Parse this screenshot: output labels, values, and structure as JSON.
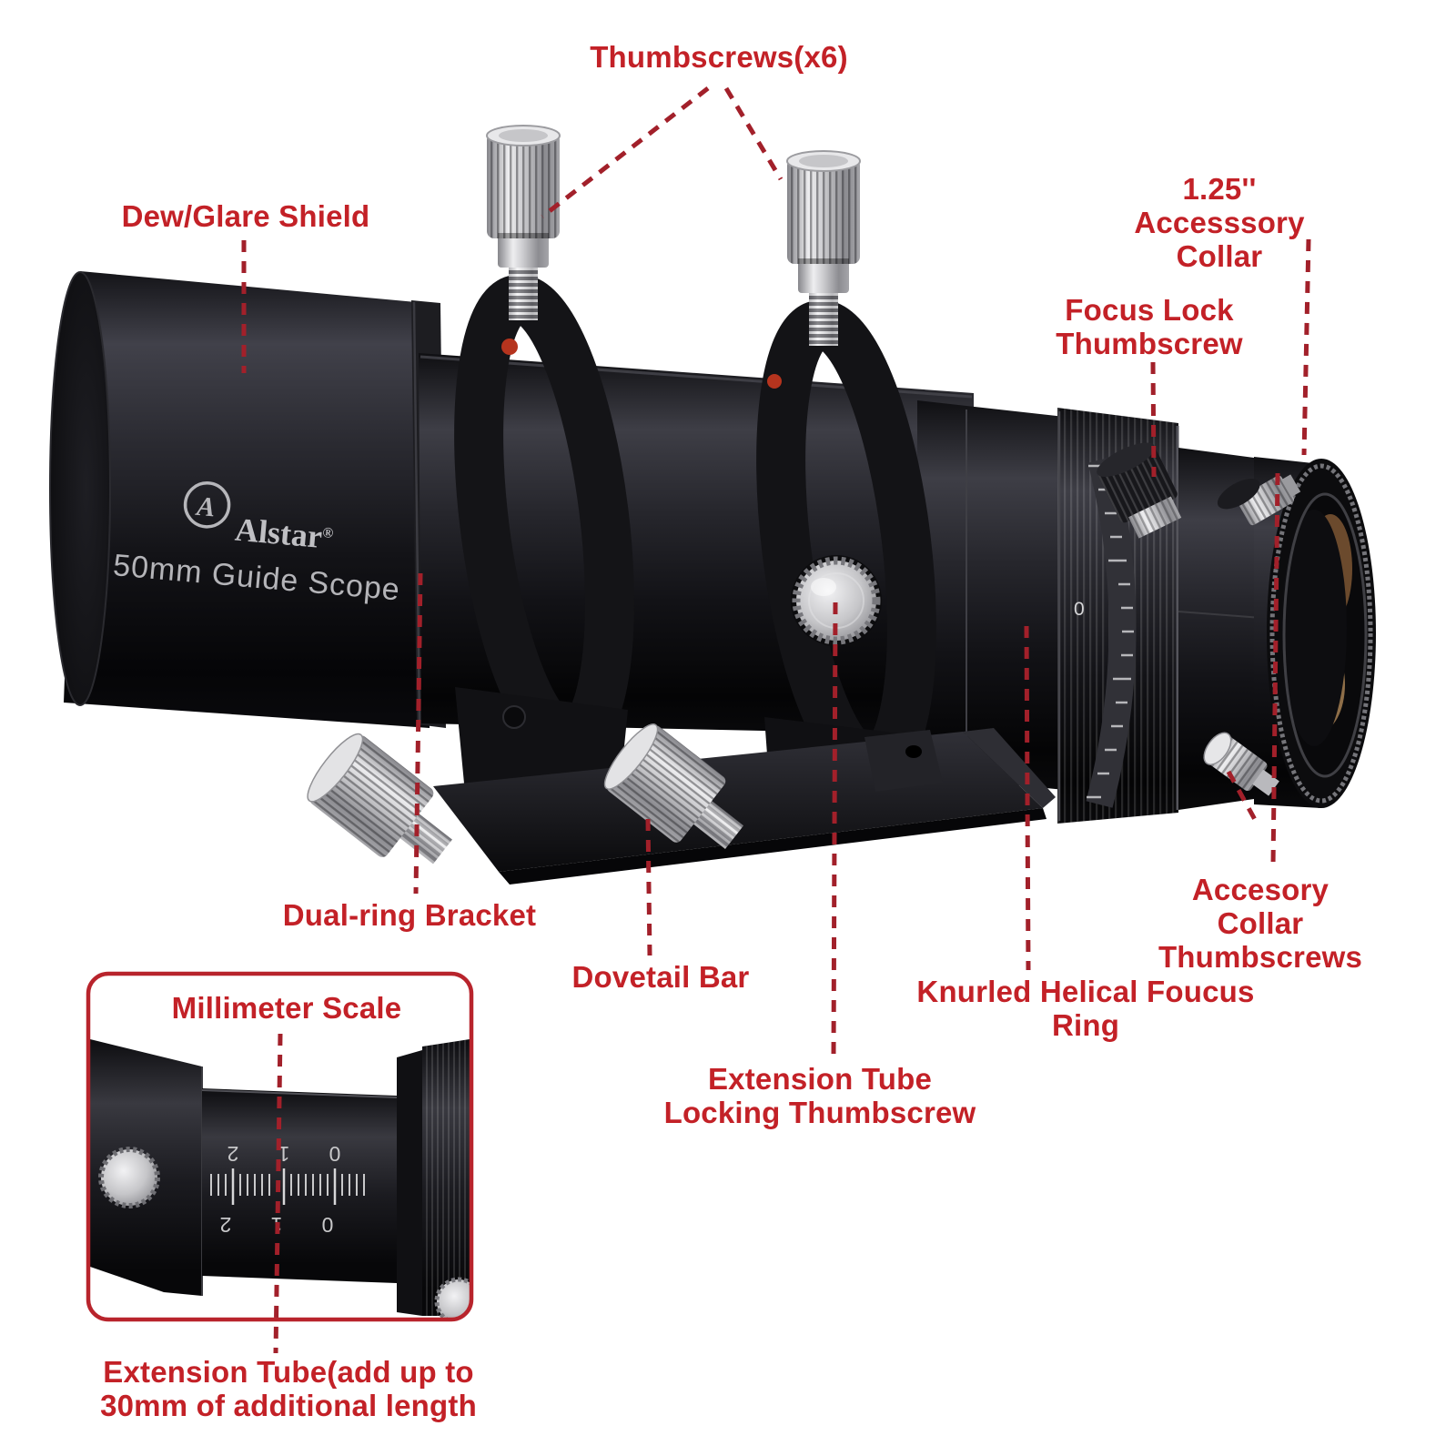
{
  "page": {
    "background": "#ffffff"
  },
  "product": {
    "brand": "Alstar",
    "registered_mark": "®",
    "logo_letter": "A",
    "model": "50mm Guide Scope"
  },
  "callouts": {
    "thumbscrews": "Thumbscrews(x6)",
    "accessory_collar": "1.25'' Accesssory Collar",
    "focus_lock": "Focus Lock\nThumbscrew",
    "dew_shield": "Dew/Glare Shield",
    "dual_ring_bracket": "Dual-ring Bracket",
    "dovetail_bar": "Dovetail Bar",
    "accessory_collar_thumbscrews": "Accesory Collar\nThumbscrews",
    "knurled_focus_ring": "Knurled Helical Foucus Ring",
    "extension_tube_locking": "Extension Tube\nLocking Thumbscrew",
    "millimeter_scale": "Millimeter Scale",
    "extension_tube_note": "Extension Tube(add up to\n30mm of additional length"
  },
  "scales": {
    "focuser_zero": "0",
    "inset_top": [
      "2",
      "1",
      "0"
    ],
    "inset_bottom": [
      "2",
      "1",
      "0"
    ]
  },
  "colors": {
    "label_red": "#c32127",
    "line_red": "#a2202a",
    "brass": "#8e6e48"
  }
}
